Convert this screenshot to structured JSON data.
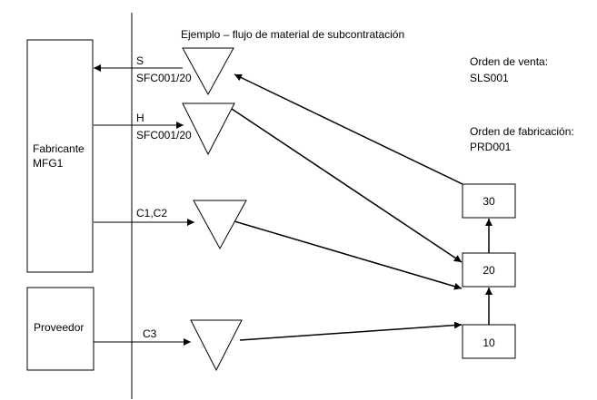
{
  "title": "Ejemplo – flujo de material de subcontratación",
  "manufacturer": {
    "line1": "Fabricante",
    "line2": "MFG1"
  },
  "supplier": {
    "label": "Proveedor"
  },
  "flows": [
    {
      "line1": "S",
      "line2": "SFC001/20"
    },
    {
      "line1": "H",
      "line2": "SFC001/20"
    },
    {
      "line1": "C1,C2",
      "line2": ""
    },
    {
      "line1": "C3",
      "line2": ""
    }
  ],
  "sales_order": {
    "label": "Orden de venta:",
    "id": "SLS001"
  },
  "production_order": {
    "label": "Orden de fabricación:",
    "id": "PRD001"
  },
  "operations": [
    "30",
    "20",
    "10"
  ]
}
